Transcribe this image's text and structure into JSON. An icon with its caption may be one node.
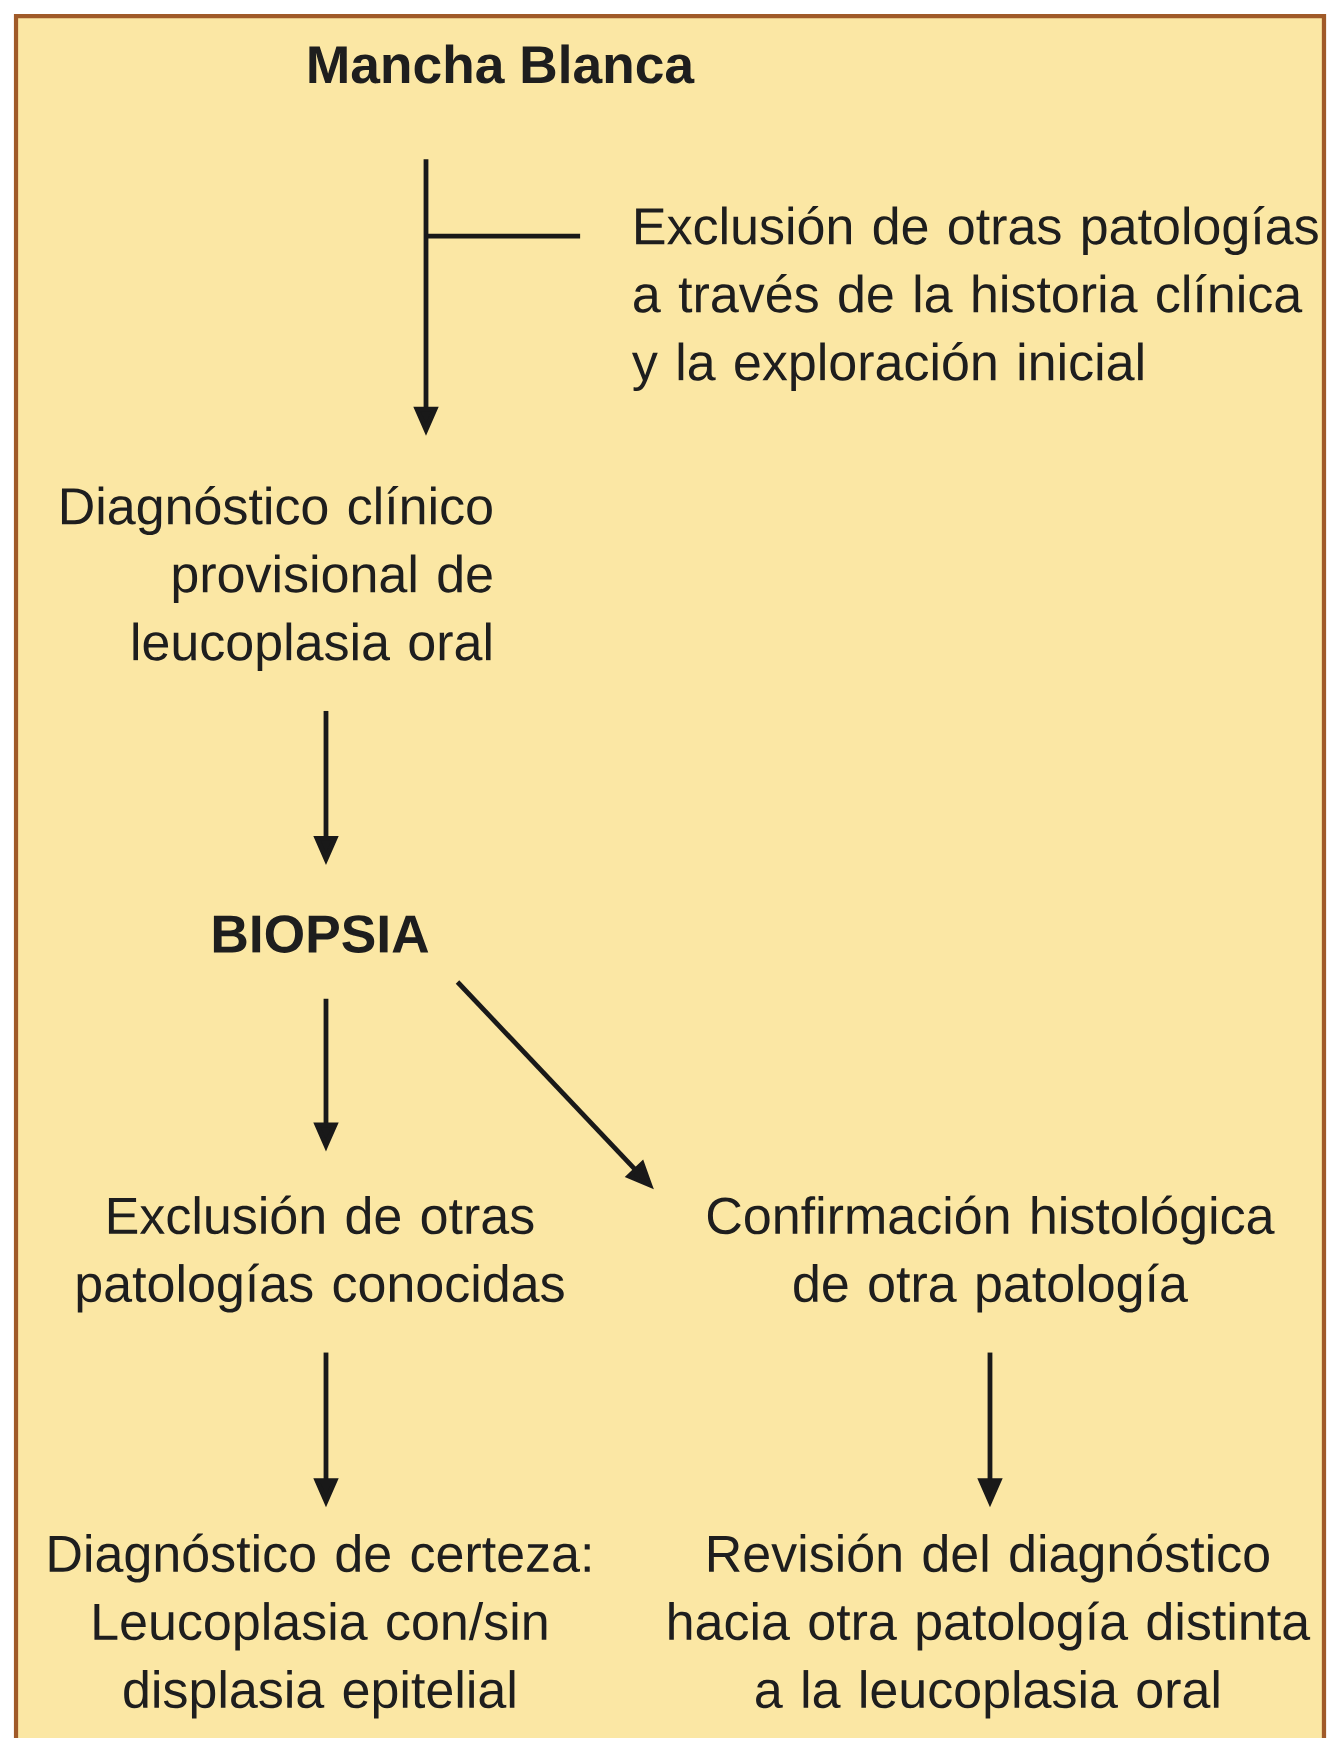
{
  "diagram": {
    "nodes": [
      {
        "text": [
          "Mancha Blanca"
        ]
      },
      {
        "text": [
          "Exclusión de otras patologías a través de la historia clínica y la exploración inicial"
        ]
      },
      {
        "text": [
          "Diagnóstico clínico provisional de leucoplasia oral"
        ]
      },
      {
        "text": [
          "BIOPSIA"
        ]
      },
      {
        "text": [
          "Exclusión de otras patologías conocidas"
        ]
      },
      {
        "text": [
          "Confirmación histológica de otra patología"
        ]
      },
      {
        "text": [
          "Diagnóstico de certeza: Leucoplasia con/sin displasia epitelial"
        ]
      },
      {
        "text": [
          "Revisión del diagnóstico hacia otra patología distinta a la leucoplasia oral"
        ]
      }
    ],
    "edges": [
      {
        "from": 0,
        "to": 2,
        "arrow": "to"
      },
      {
        "from": 1,
        "to": null,
        "arrow": "none"
      },
      {
        "from": 2,
        "to": 3,
        "arrow": "to"
      },
      {
        "from": 3,
        "to": 4,
        "arrow": "to"
      },
      {
        "from": 3,
        "to": 5,
        "arrow": "to"
      },
      {
        "from": 4,
        "to": 6,
        "arrow": "to"
      },
      {
        "from": 5,
        "to": 7,
        "arrow": "to"
      }
    ]
  }
}
